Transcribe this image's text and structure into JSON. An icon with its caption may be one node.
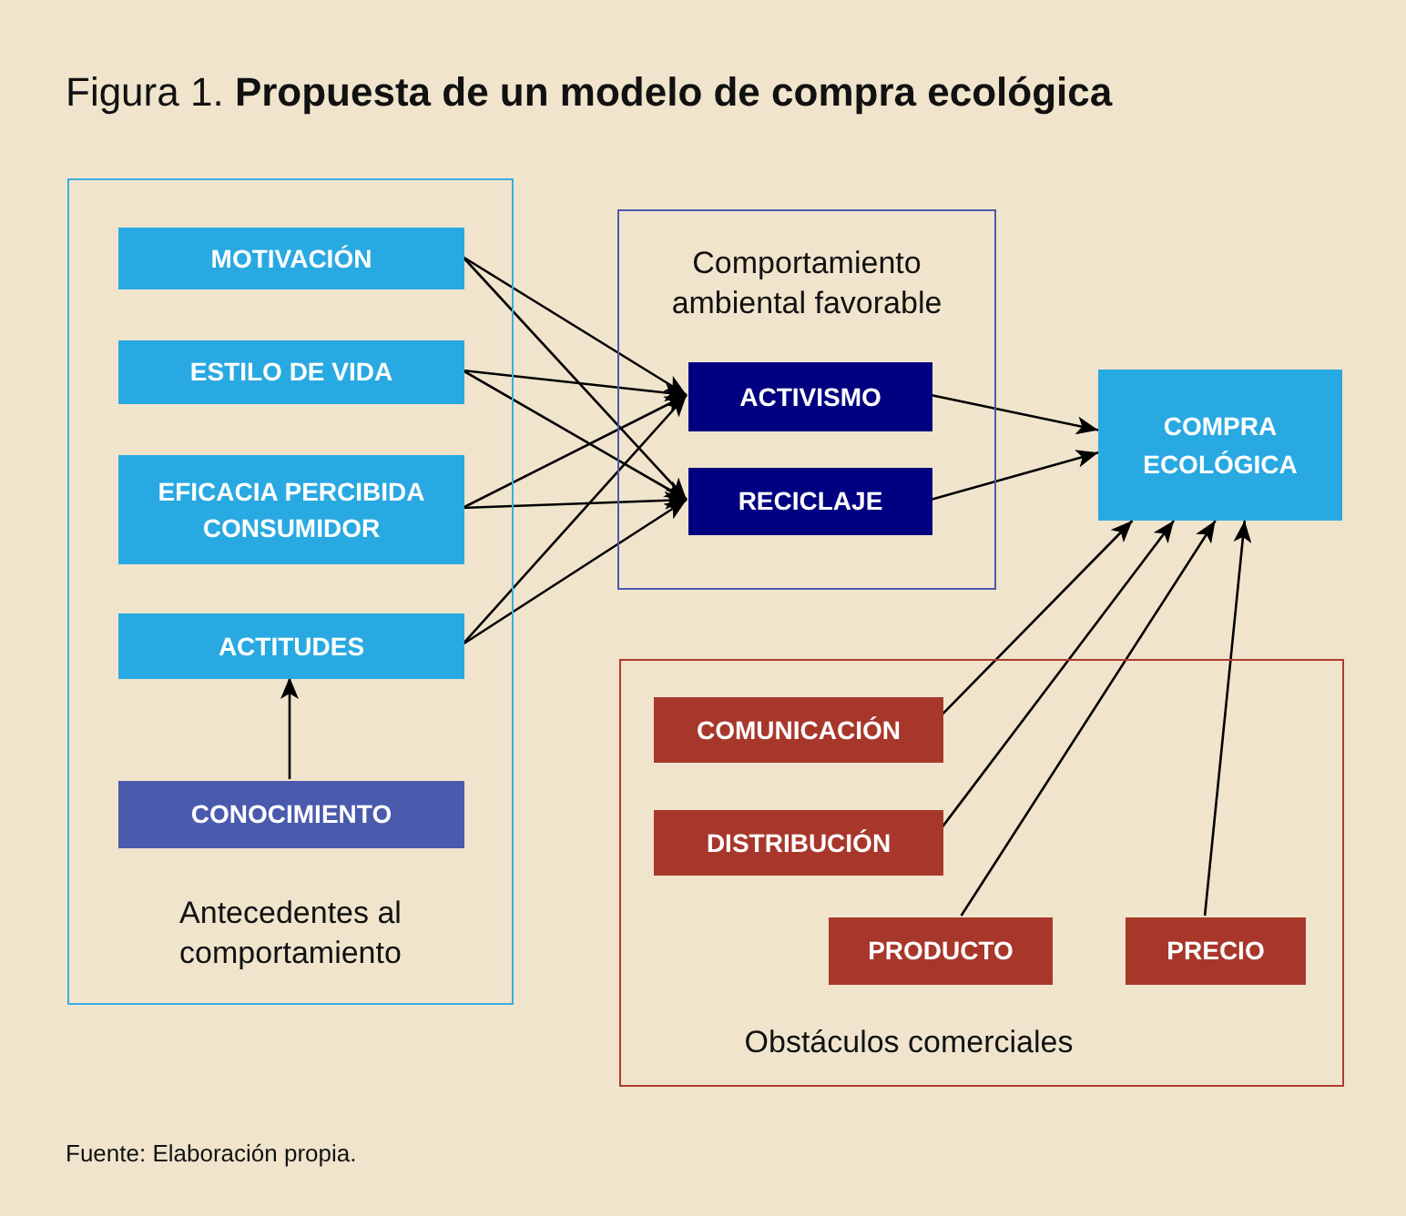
{
  "diagram": {
    "title": "Figura 1. **Propuesta de un modelo de compra ecológica**",
    "caption": "Fuente: Elaboración propia.",
    "nodes": [
      {
        "text": [
          "Antecedentes al comportamiento"
        ]
      },
      {
        "text": [
          "MOTIVACIÓN"
        ],
        "in": 0
      },
      {
        "text": [
          "ESTILO DE VIDA"
        ],
        "in": 0
      },
      {
        "text": [
          "EFICACIA PERCIBIDA CONSUMIDOR"
        ],
        "in": 0
      },
      {
        "text": [
          "ACTITUDES"
        ],
        "in": 0
      },
      {
        "text": [
          "CONOCIMIENTO"
        ],
        "in": 0
      },
      {
        "text": [
          "Comportamiento ambiental favorable"
        ]
      },
      {
        "text": [
          "ACTIVISMO"
        ],
        "in": 6
      },
      {
        "text": [
          "RECICLAJE"
        ],
        "in": 6
      },
      {
        "text": [
          "COMPRA ECOLÓGICA"
        ]
      },
      {
        "text": [
          "Obstáculos comerciales"
        ]
      },
      {
        "text": [
          "COMUNICACIÓN"
        ],
        "in": 10
      },
      {
        "text": [
          "DISTRIBUCIÓN"
        ],
        "in": 10
      },
      {
        "text": [
          "PRODUCTO"
        ],
        "in": 10
      },
      {
        "text": [
          "PRECIO"
        ],
        "in": 10
      }
    ],
    "edges": [
      {
        "from": 1,
        "to": 7,
        "arrow": "to"
      },
      {
        "from": 1,
        "to": 8,
        "arrow": "to"
      },
      {
        "from": 2,
        "to": 7,
        "arrow": "to"
      },
      {
        "from": 2,
        "to": 8,
        "arrow": "to"
      },
      {
        "from": 3,
        "to": 7,
        "arrow": "to"
      },
      {
        "from": 3,
        "to": 8,
        "arrow": "to"
      },
      {
        "from": 4,
        "to": 7,
        "arrow": "to"
      },
      {
        "from": 4,
        "to": 8,
        "arrow": "to"
      },
      {
        "from": 5,
        "to": 4,
        "arrow": "to"
      },
      {
        "from": 7,
        "to": 9,
        "arrow": "to"
      },
      {
        "from": 8,
        "to": 9,
        "arrow": "to"
      },
      {
        "from": 11,
        "to": 9,
        "arrow": "to"
      },
      {
        "from": 12,
        "to": 9,
        "arrow": "to"
      },
      {
        "from": 13,
        "to": 9,
        "arrow": "to"
      },
      {
        "from": 14,
        "to": 9,
        "arrow": "to"
      }
    ]
  }
}
